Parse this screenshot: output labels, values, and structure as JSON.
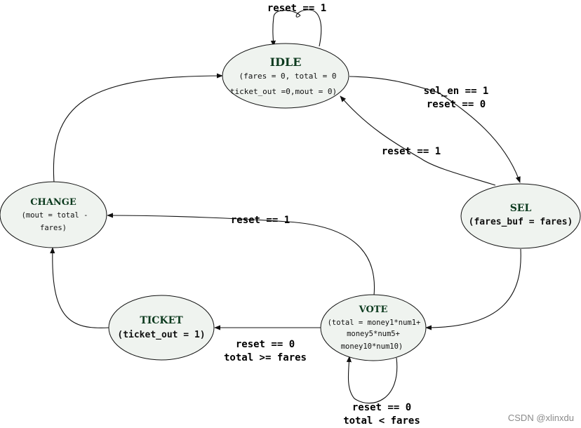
{
  "states": {
    "idle": {
      "name": "IDLE",
      "detail_1": "(fares = 0, total = 0",
      "detail_2": "ticket_out =0,mout = 0)"
    },
    "sel": {
      "name": "SEL",
      "detail_1": "(fares_buf = fares)"
    },
    "vote": {
      "name": "VOTE",
      "detail_1": "(total = money1*num1+",
      "detail_2": "money5*num5+",
      "detail_3": "money10*num10)"
    },
    "ticket": {
      "name": "TICKET",
      "detail_1": "(ticket_out = 1)"
    },
    "change": {
      "name": "CHANGE",
      "detail_1": "(mout = total -",
      "detail_2": "fares)"
    }
  },
  "transitions": {
    "idle_self": {
      "line_1": "reset == 1"
    },
    "idle_to_sel": {
      "line_1": "sel_en == 1",
      "line_2": "reset == 0"
    },
    "sel_to_idle": {
      "line_1": "reset == 1"
    },
    "vote_to_change": {
      "line_1": "reset == 1"
    },
    "vote_to_ticket": {
      "line_1": "reset == 0",
      "line_2": "total >= fares"
    },
    "vote_self": {
      "line_1": "reset == 0",
      "line_2": "total < fares"
    }
  },
  "watermark": "CSDN @xlinxdu"
}
